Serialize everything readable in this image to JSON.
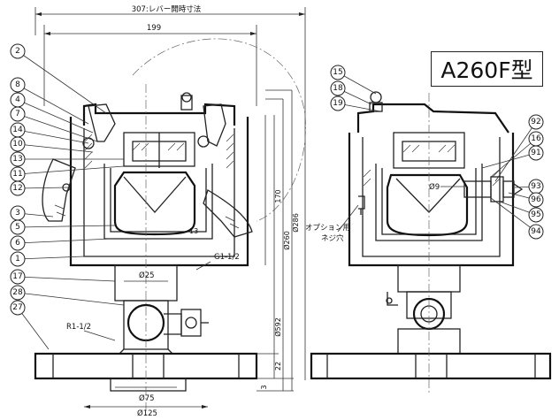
{
  "model_label": "A260F型",
  "dimensions": {
    "lever_open": "307:レバー開時寸法",
    "width_199": "199",
    "h_170": "170",
    "h_286": "Ø286",
    "h_260": "Ø260",
    "h_592": "Ø592",
    "d_22": "22",
    "d_3": "3",
    "d_25": "Ø25",
    "d_75": "Ø75",
    "d_125": "Ø125",
    "d_9": "Ø9",
    "d_13": "13",
    "g_thread": "G1-1/2",
    "r_thread": "R1-1/2"
  },
  "option_note": [
    "オプション用",
    "ネジ穴"
  ],
  "left_callouts": [
    "2",
    "8",
    "4",
    "7",
    "14",
    "10",
    "13",
    "11",
    "12",
    "3",
    "5",
    "6",
    "1",
    "17",
    "28",
    "27"
  ],
  "right_top_callouts": [
    "15",
    "18",
    "19"
  ],
  "right_side_callouts": [
    "92",
    "16",
    "91",
    "93",
    "96",
    "95",
    "94"
  ]
}
